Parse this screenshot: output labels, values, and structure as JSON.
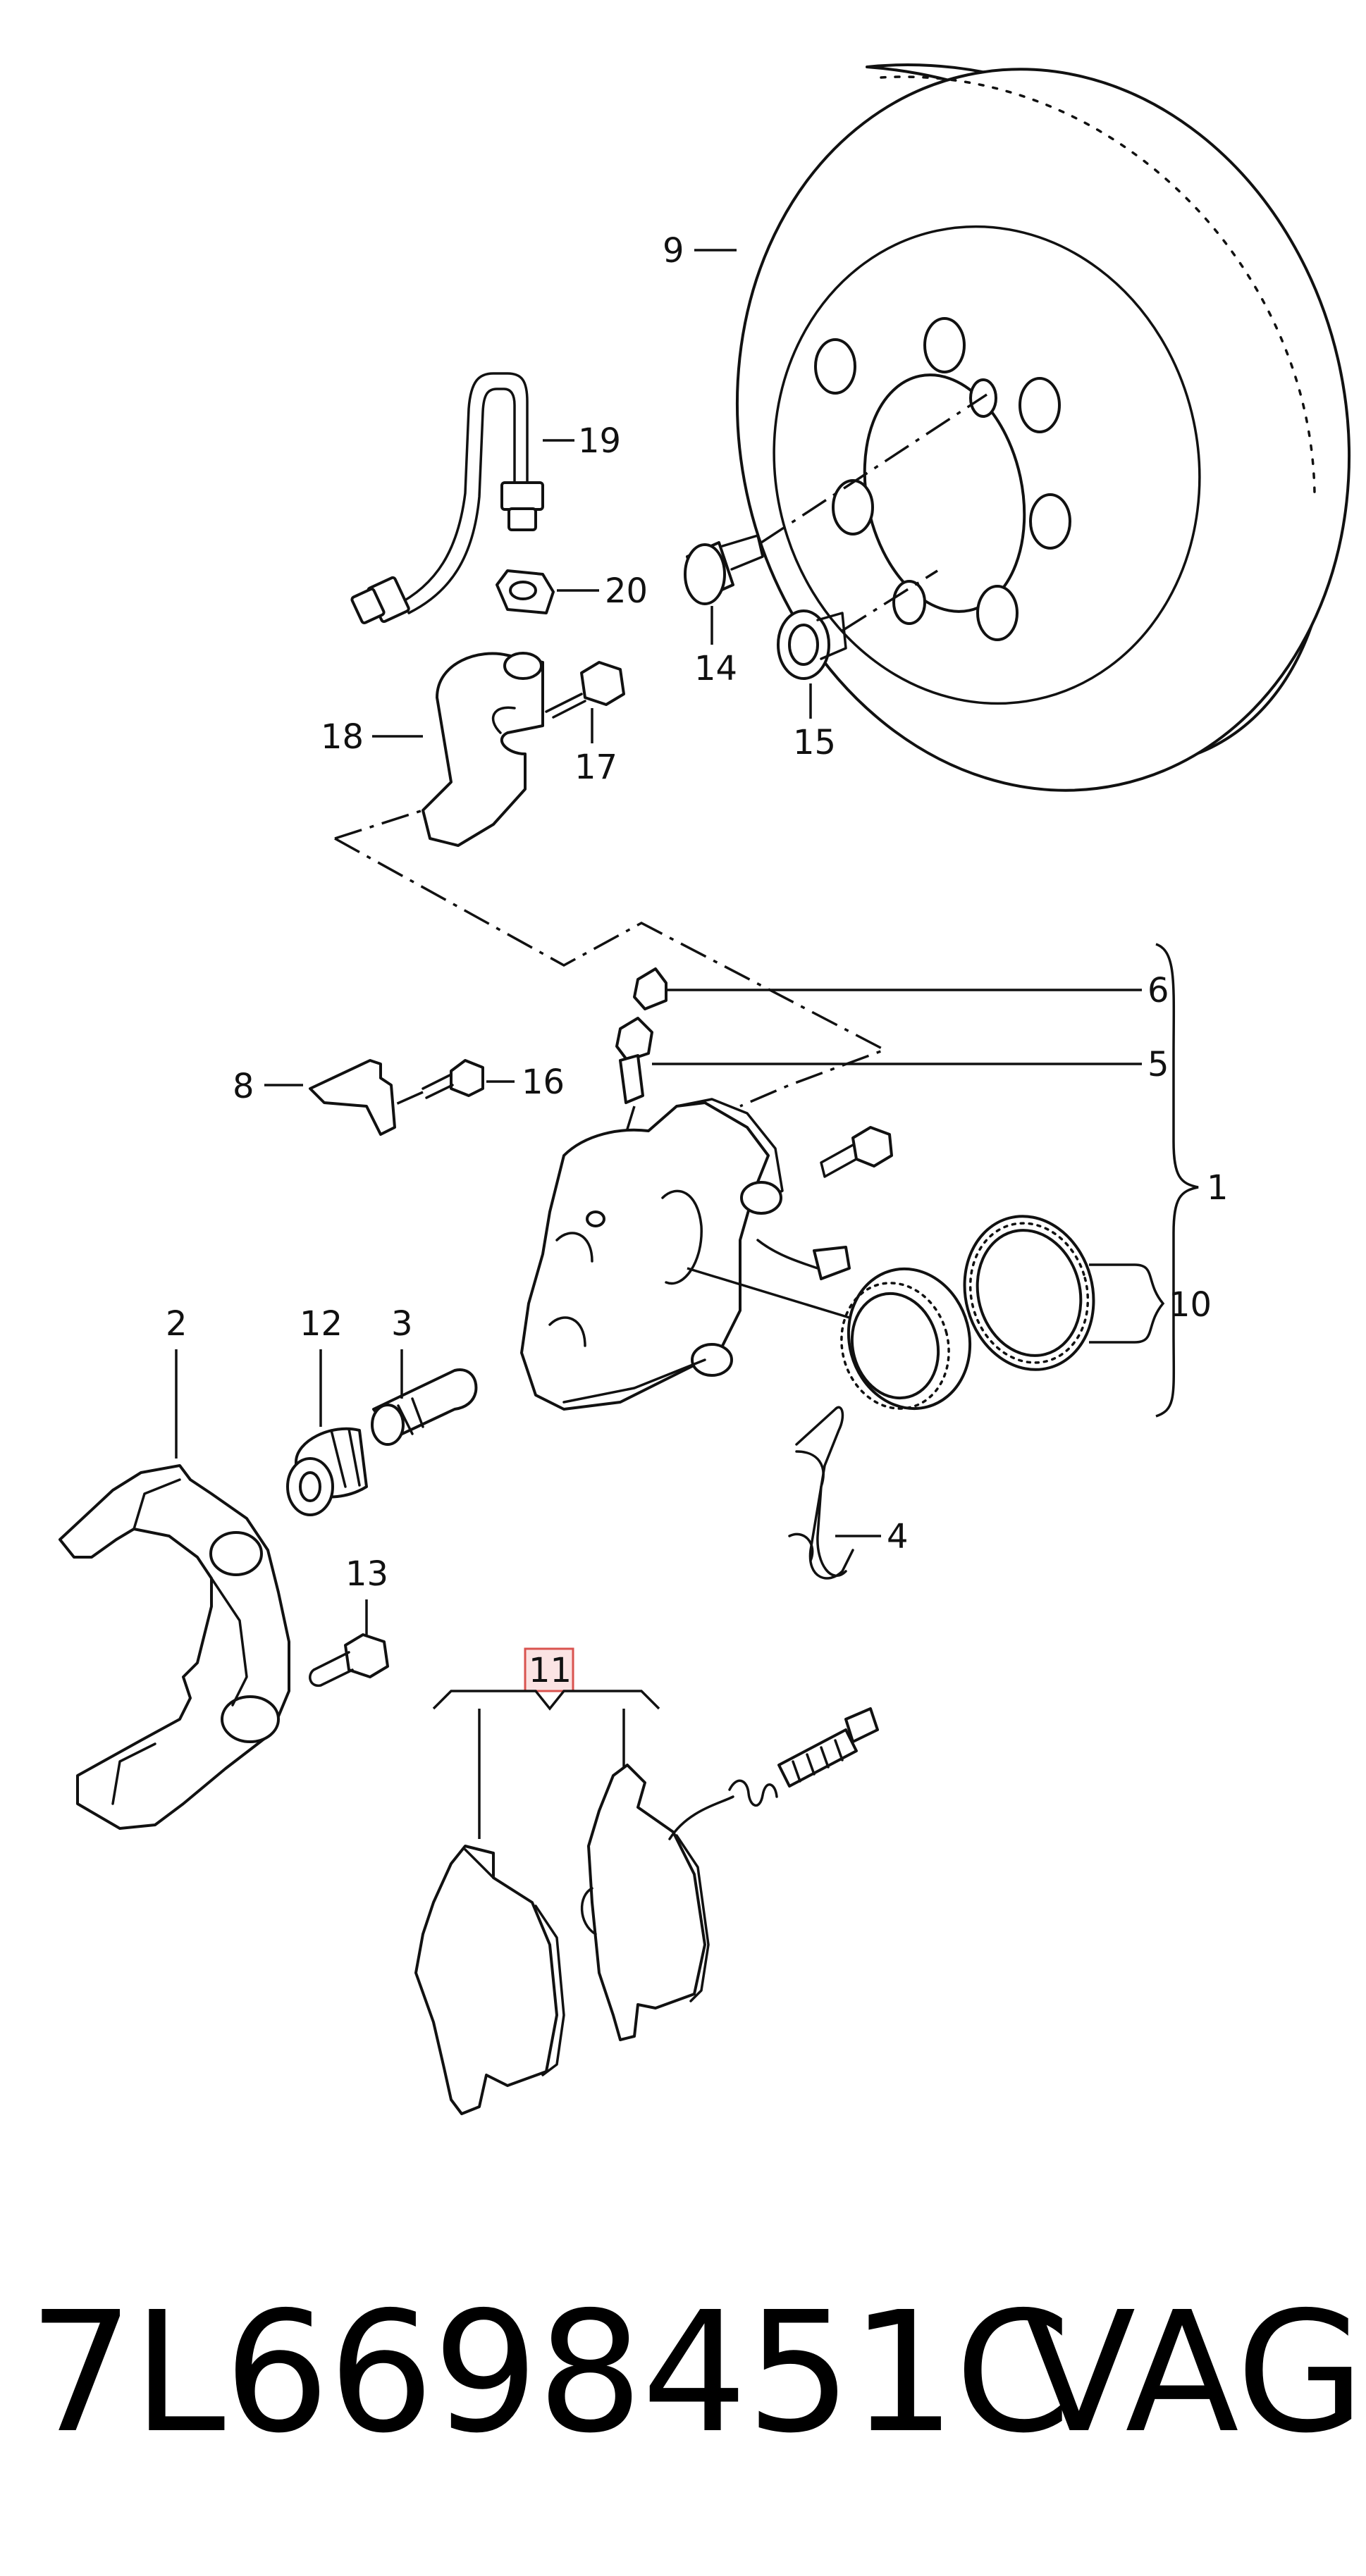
{
  "diagram": {
    "callouts": {
      "c1": "1",
      "c2": "2",
      "c3": "3",
      "c4": "4",
      "c5": "5",
      "c6": "6",
      "c8": "8",
      "c9": "9",
      "c10": "10",
      "c11": "11",
      "c12": "12",
      "c13": "13",
      "c14": "14",
      "c15": "15",
      "c16": "16",
      "c17": "17",
      "c18": "18",
      "c19": "19",
      "c20": "20"
    },
    "highlight_color": "#d9534f"
  },
  "footer": {
    "part_number": "7L6698451C",
    "brand": "VAG"
  }
}
